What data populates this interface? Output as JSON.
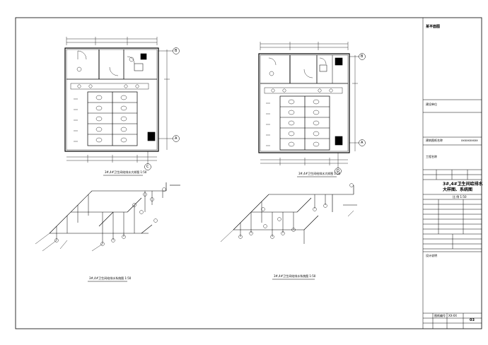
{
  "title_block": {
    "header": "某平面图",
    "owner_label": "建设单位",
    "project_label": "建筑图纸名称",
    "project_value": "xxxxxxxxxx",
    "drawing_label": "工程名称",
    "sheet_title_line1": "3#,4#卫生间给排水",
    "sheet_title_line2": "大样图、系统图",
    "scale_text": "比 例   1:50",
    "notes_label": "设计说明",
    "footer_label": "图纸编号",
    "footer_value": "XX-XX",
    "page_number": "03"
  },
  "plans": [
    {
      "caption": "3#,4#卫生间给排水大样图 1:50",
      "axis_top": "B",
      "axis_bottom": "A",
      "axis_col": "C"
    },
    {
      "caption": "3#,4#卫生间给排水大样图 1:50",
      "axis_top": "B",
      "axis_bottom": "A",
      "axis_col": "D"
    }
  ],
  "isometrics": [
    {
      "caption": "3#,4#卫生间给排水系统图 1:50"
    },
    {
      "caption": "3#,4#卫生间给排水系统图 1:50"
    }
  ]
}
